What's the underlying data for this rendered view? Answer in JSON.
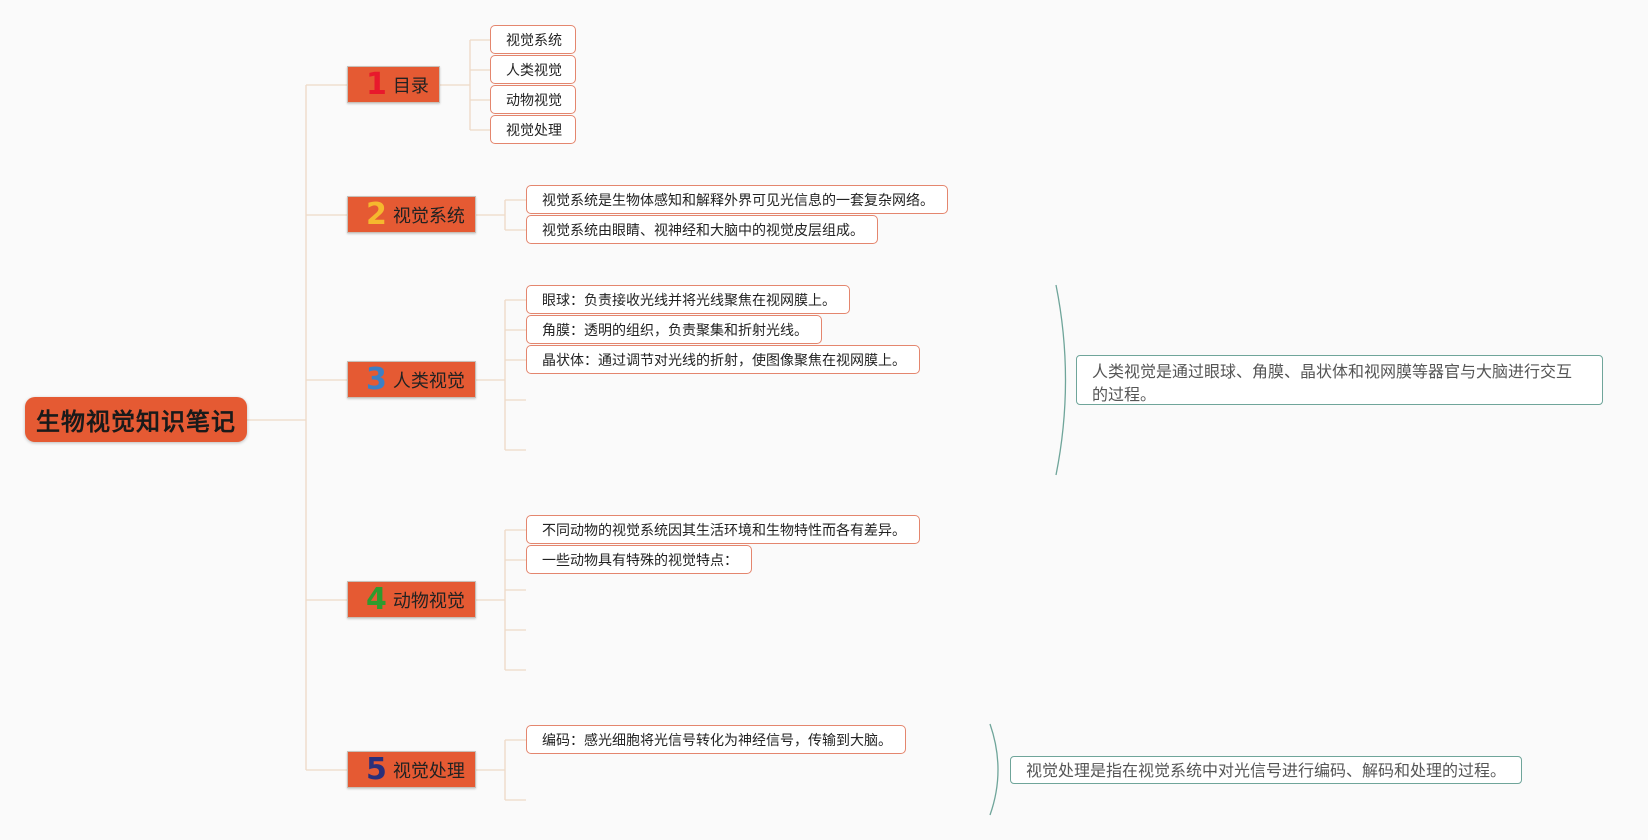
{
  "root": {
    "label": "生物视觉知识笔记"
  },
  "colors": {
    "topic_fill": "#e55a33",
    "leaf_border": "#e4866e",
    "connector": "#eed9c6",
    "summary_border": "#6fa59a"
  },
  "branches": [
    {
      "number": "1",
      "number_color": "#e8192c",
      "label": "目录",
      "children": [
        "视觉系统",
        "人类视觉",
        "动物视觉",
        "视觉处理"
      ]
    },
    {
      "number": "2",
      "number_color": "#f5b82e",
      "label": "视觉系统",
      "children": [
        "视觉系统是生物体感知和解释外界可见光信息的一套复杂网络。",
        "视觉系统由眼睛、视神经和大脑中的视觉皮层组成。"
      ]
    },
    {
      "number": "3",
      "number_color": "#3d7fc4",
      "label": "人类视觉",
      "children": [
        "眼球：负责接收光线并将光线聚焦在视网膜上。",
        "角膜：透明的组织，负责聚集和折射光线。",
        "晶状体：通过调节对光线的折射，使图像聚焦在视网膜上。"
      ],
      "summary": "人类视觉是通过眼球、角膜、晶状体和视网膜等器官与大脑进行交互的过程。"
    },
    {
      "number": "4",
      "number_color": "#2e9b2e",
      "label": "动物视觉",
      "children": [
        "不同动物的视觉系统因其生活环境和生物特性而各有差异。",
        "一些动物具有特殊的视觉特点："
      ]
    },
    {
      "number": "5",
      "number_color": "#2a2f7a",
      "label": "视觉处理",
      "children": [
        "编码：感光细胞将光信号转化为神经信号，传输到大脑。"
      ],
      "summary": "视觉处理是指在视觉系统中对光信号进行编码、解码和处理的过程。"
    }
  ]
}
